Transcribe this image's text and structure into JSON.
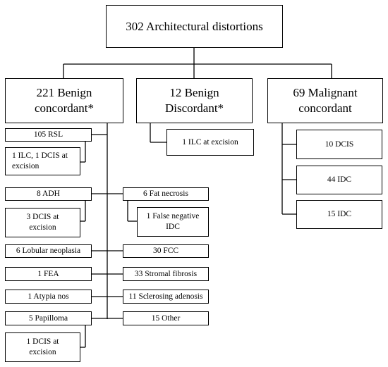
{
  "root": {
    "label": "302 Architectural distortions"
  },
  "categories": {
    "benign_concordant": {
      "label": "221 Benign concordant*"
    },
    "benign_discordant": {
      "label": "12 Benign Discordant*"
    },
    "malignant_concordant": {
      "label": "69 Malignant concordant"
    }
  },
  "benign_concordant_left": [
    {
      "label": "105 RSL"
    },
    {
      "label": "1 ILC, 1 DCIS at excision"
    },
    {
      "label": "8 ADH"
    },
    {
      "label": "3 DCIS at excision"
    },
    {
      "label": "6 Lobular neoplasia"
    },
    {
      "label": "1 FEA"
    },
    {
      "label": "1 Atypia nos"
    },
    {
      "label": "5 Papilloma"
    },
    {
      "label": "1 DCIS at excision"
    }
  ],
  "benign_concordant_right": [
    {
      "label": "6 Fat necrosis"
    },
    {
      "label": "1 False negative IDC"
    },
    {
      "label": "30 FCC"
    },
    {
      "label": "33 Stromal fibrosis"
    },
    {
      "label": "11 Sclerosing adenosis"
    },
    {
      "label": "15 Other"
    }
  ],
  "benign_discordant_children": [
    {
      "label": "1 ILC at excision"
    }
  ],
  "malignant_children": [
    {
      "label": "10 DCIS"
    },
    {
      "label": "44 IDC"
    },
    {
      "label": "15 IDC"
    }
  ]
}
